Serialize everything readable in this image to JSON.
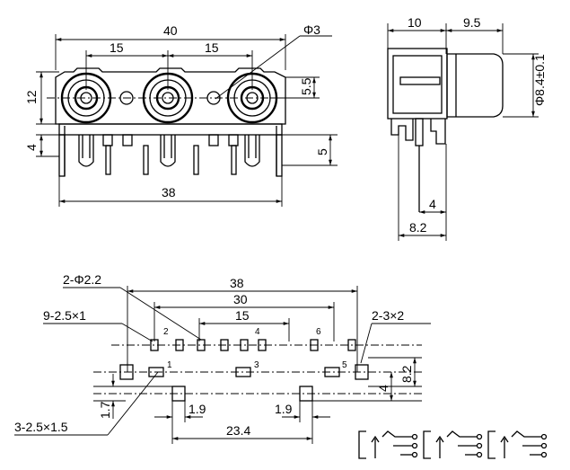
{
  "front_view": {
    "dim_total_width": "40",
    "dim_pitch_left": "15",
    "dim_pitch_right": "15",
    "dim_hole": "Φ3",
    "dim_height": "12",
    "dim_top_offset": "5.5",
    "dim_pin_left": "4",
    "dim_pin_right": "5",
    "dim_base_width": "38"
  },
  "side_view": {
    "dim_body": "10",
    "dim_barrel": "9.5",
    "dim_barrel_dia": "Φ8.4±0.1",
    "dim_pin_offset": "4",
    "dim_depth": "8.2"
  },
  "pcb_layout": {
    "label_holes": "2-Φ2.2",
    "label_slots_small": "9-2.5×1",
    "label_slots_large": "2-3×2",
    "label_slots_bottom": "3-2.5×1.5",
    "dim_total": "38",
    "dim_outer": "30",
    "dim_inner": "15",
    "dim_v_small": "4",
    "dim_v_large": "8.2",
    "dim_left_offset": "1.7",
    "dim_pad_left": "1.9",
    "dim_pad_right": "1.9",
    "dim_pad_span": "23.4",
    "pin_numbers": [
      "1",
      "2",
      "3",
      "4",
      "5",
      "6"
    ]
  }
}
